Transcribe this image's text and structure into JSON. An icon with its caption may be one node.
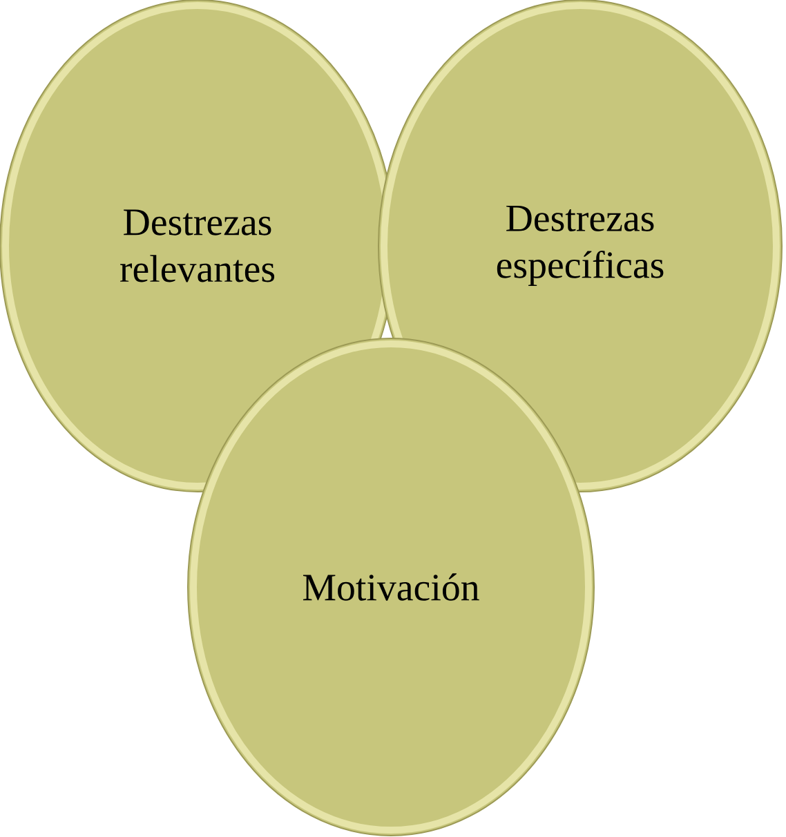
{
  "diagram": {
    "nodes": [
      {
        "text": [
          "Destrezas relevantes"
        ]
      },
      {
        "text": [
          "Destrezas específicas"
        ]
      },
      {
        "text": [
          "Motivación"
        ]
      }
    ]
  }
}
